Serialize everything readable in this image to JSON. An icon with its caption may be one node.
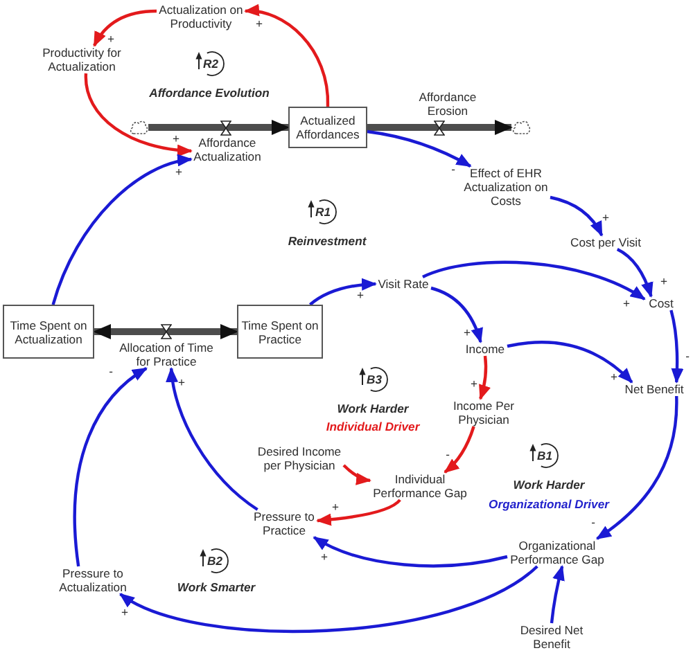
{
  "diagram": {
    "nodes": [
      {
        "text": [
          "Actualization on Productivity"
        ]
      },
      {
        "text": [
          "Productivity for Actualization"
        ]
      },
      {
        "text": [],
        "shape": "cloud"
      },
      {
        "text": [
          "Actualized Affordances"
        ]
      },
      {
        "text": [],
        "shape": "cloud"
      },
      {
        "text": [
          "Affordance Actualization"
        ]
      },
      {
        "text": [
          "Effect of EHR Actualization on Costs"
        ]
      },
      {
        "text": [
          "Cost per Visit"
        ]
      },
      {
        "text": [
          "Visit Rate"
        ]
      },
      {
        "text": [
          "Cost"
        ]
      },
      {
        "text": [
          "Time Spent on Actualization"
        ]
      },
      {
        "text": [
          "Allocation of Time for Practice"
        ]
      },
      {
        "text": [
          "Time Spent on Practice"
        ]
      },
      {
        "text": [
          "Income"
        ]
      },
      {
        "text": [
          "Net Benefit"
        ]
      },
      {
        "text": [
          "Income Per Physician"
        ]
      },
      {
        "text": [
          "Desired Income per Physician"
        ]
      },
      {
        "text": [
          "Individual Performance Gap"
        ]
      },
      {
        "text": [
          "Pressure to Practice"
        ]
      },
      {
        "text": [
          "Organizational Performance Gap"
        ]
      },
      {
        "text": [
          "Pressure to Actualization"
        ]
      },
      {
        "text": [
          "Desired Net Benefit"
        ]
      }
    ],
    "edges": [
      {
        "from": 2,
        "to": 3,
        "arrow": "to",
        "style": "thick",
        "color": "#4d4d4d"
      },
      {
        "from": 3,
        "to": 4,
        "arrow": "to",
        "label": "Affordance Erosion",
        "style": "thick",
        "color": "#4d4d4d"
      },
      {
        "from": 10,
        "to": 12,
        "arrow": "both",
        "style": "thick",
        "color": "#4d4d4d"
      },
      {
        "from": 3,
        "to": 0,
        "arrow": "to",
        "label": "+",
        "color": "#e31a1c"
      },
      {
        "from": 0,
        "to": 1,
        "arrow": "to",
        "label": "+",
        "color": "#e31a1c"
      },
      {
        "from": 1,
        "to": 5,
        "arrow": "to",
        "label": "+",
        "color": "#e31a1c"
      },
      {
        "from": 10,
        "to": 5,
        "arrow": "to",
        "label": "+"
      },
      {
        "from": 3,
        "to": 6,
        "arrow": "to",
        "label": "-"
      },
      {
        "from": 6,
        "to": 7,
        "arrow": "to",
        "label": "+"
      },
      {
        "from": 7,
        "to": 9,
        "arrow": "to",
        "label": "+"
      },
      {
        "from": 12,
        "to": 8,
        "arrow": "to",
        "label": "+"
      },
      {
        "from": 8,
        "to": 9,
        "arrow": "to",
        "label": "+"
      },
      {
        "from": 8,
        "to": 13,
        "arrow": "to",
        "label": "+"
      },
      {
        "from": 13,
        "to": 14,
        "arrow": "to",
        "label": "+"
      },
      {
        "from": 9,
        "to": 14,
        "arrow": "to",
        "label": "-"
      },
      {
        "from": 13,
        "to": 15,
        "arrow": "to",
        "label": "+",
        "color": "#e31a1c"
      },
      {
        "from": 15,
        "to": 17,
        "arrow": "to",
        "label": "-",
        "color": "#e31a1c"
      },
      {
        "from": 16,
        "to": 17,
        "arrow": "to",
        "color": "#e31a1c"
      },
      {
        "from": 17,
        "to": 18,
        "arrow": "to",
        "label": "+",
        "color": "#e31a1c"
      },
      {
        "from": 14,
        "to": 19,
        "arrow": "to",
        "label": "-"
      },
      {
        "from": 19,
        "to": 18,
        "arrow": "to",
        "label": "+"
      },
      {
        "from": 19,
        "to": 20,
        "arrow": "to",
        "label": "+"
      },
      {
        "from": 21,
        "to": 19,
        "arrow": "to"
      },
      {
        "from": 18,
        "to": 11,
        "arrow": "to",
        "label": "+"
      },
      {
        "from": 20,
        "to": 11,
        "arrow": "to",
        "label": "-"
      }
    ],
    "labels": [
      "R2",
      "Affordance Evolution",
      "R1",
      "Reinvestment",
      "B3",
      "Work Harder",
      "Individual Driver",
      "B1",
      "Work Harder",
      "Organizational Driver",
      "B2",
      "Work Smarter"
    ]
  }
}
